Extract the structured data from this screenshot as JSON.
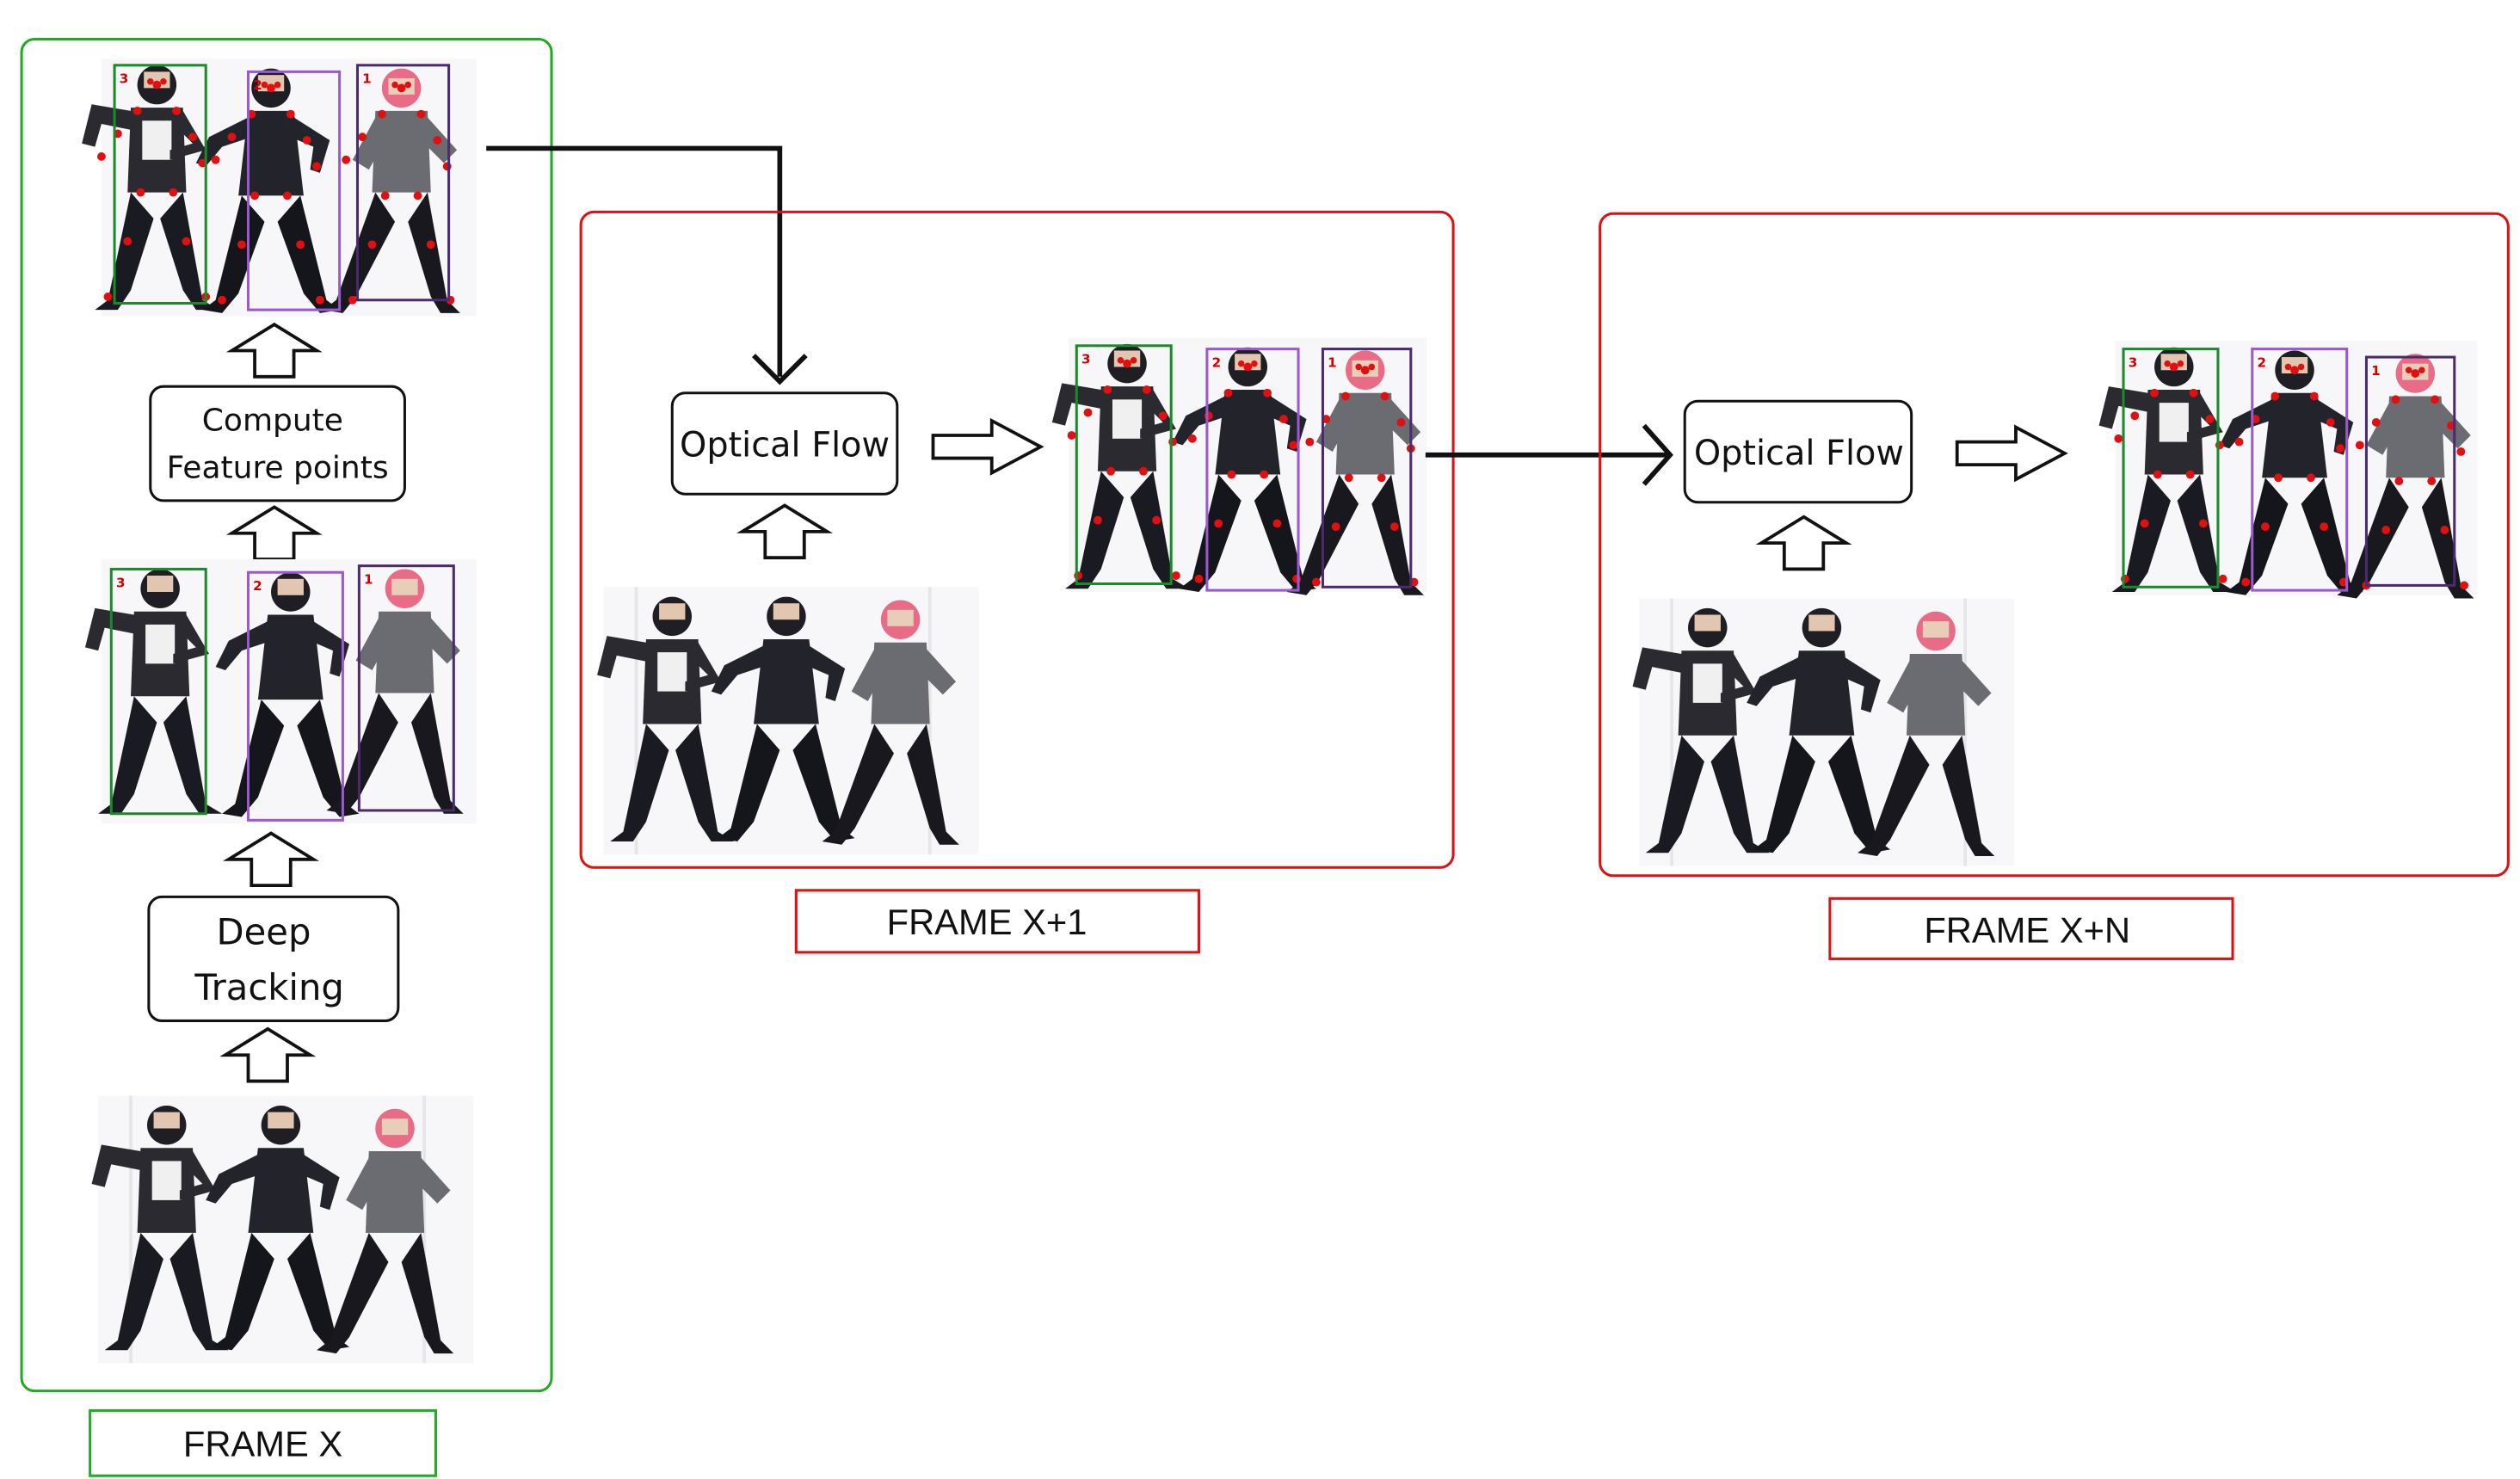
{
  "frames": [
    {
      "label": "FRAME X",
      "border_color": "#22aa22",
      "steps": [
        "Compute Feature points",
        "Deep Tracking"
      ],
      "step_lines": [
        [
          "Compute",
          "Feature points"
        ],
        [
          "Deep",
          "Tracking"
        ]
      ]
    },
    {
      "label": "FRAME X+1",
      "border_color": "#dd1111",
      "process": "Optical Flow"
    },
    {
      "label": "FRAME X+N",
      "border_color": "#dd1111",
      "process": "Optical Flow"
    }
  ],
  "track_ids": [
    "3",
    "2",
    "1"
  ],
  "track_colors": [
    "#1a8a2a",
    "#9b59d0",
    "#4b2a6e"
  ],
  "keypoint_color": "#e01010",
  "icons": {
    "flow_arrow": "hollow-arrow-icon",
    "connector": "black-arrow-icon"
  }
}
